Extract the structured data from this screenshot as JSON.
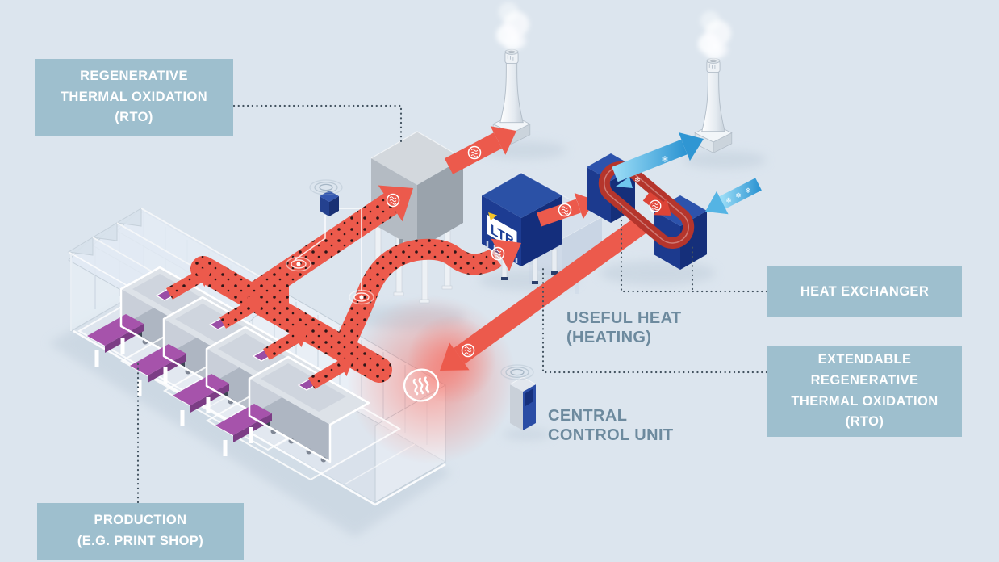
{
  "title": "Regenerative thermal oxidation process diagram",
  "colors": {
    "background": "#dce5ee",
    "label_box": "#9ebfce",
    "label_text": "#ffffff",
    "annotation_text": "#6d8a9e",
    "hot_flow": "#ec5a4c",
    "cold_flow": "#3f9fd8",
    "unit_blue": "#1d3c92",
    "machine_purple": "#a653ab"
  },
  "labels": {
    "rto": {
      "lines": [
        "REGENERATIVE",
        "THERMAL OXIDATION",
        "(RTO)"
      ]
    },
    "heat_exchanger": {
      "lines": [
        "HEAT EXCHANGER"
      ]
    },
    "extendable_rto": {
      "lines": [
        "EXTENDABLE",
        "REGENERATIVE",
        "THERMAL OXIDATION",
        "(RTO)"
      ]
    },
    "production": {
      "lines": [
        "PRODUCTION",
        "(E.G. PRINT SHOP)"
      ]
    },
    "useful_heat": {
      "lines": [
        "USEFUL HEAT",
        "(HEATING)"
      ]
    },
    "central_control_unit": {
      "lines": [
        "CENTRAL",
        "CONTROL UNIT"
      ]
    }
  },
  "units": {
    "ltb_logo": "LTB"
  },
  "icons": {
    "snowflake_glyph": "❄",
    "heat_badge": "heat-waves-icon",
    "sensor_ripple": "signal-ripple-icon",
    "heating_zone": "heat-waves-circle-icon"
  }
}
